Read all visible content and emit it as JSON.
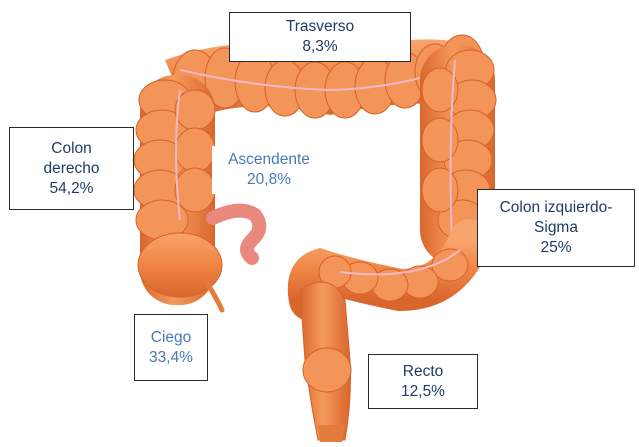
{
  "labels": {
    "trasverso": {
      "name": "Trasverso",
      "value": "8,3%"
    },
    "colon_derecho": {
      "line1": "Colon",
      "line2": "derecho",
      "value": "54,2%"
    },
    "ascendente": {
      "name": "Ascendente",
      "value": "20,8%"
    },
    "colon_izquierdo": {
      "line1": "Colon izquierdo-",
      "line2": "Sigma",
      "value": "25%"
    },
    "ciego": {
      "name": "Ciego",
      "value": "33,4%"
    },
    "recto": {
      "name": "Recto",
      "value": "12,5%"
    }
  },
  "colors": {
    "colon_fill": "#f08a4b",
    "colon_shadow": "#d4622a",
    "colon_highlight": "#f9b98c",
    "vessel": "#f7b7c9",
    "dark_text": "#1f3b66",
    "light_text": "#4a79b8"
  }
}
